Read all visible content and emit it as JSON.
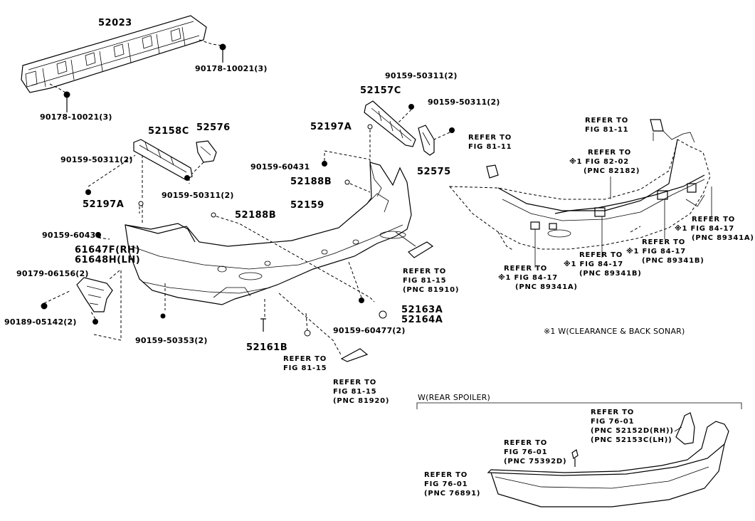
{
  "diagram": {
    "part_labels": {
      "p52023": "52023",
      "p90178_top": "90178-10021(3)",
      "p90178_bot": "90178-10021(3)",
      "p52158C": "52158C",
      "p52576": "52576",
      "p90159_50311_a": "90159-50311(2)",
      "p90159_50311_b": "90159-50311(2)",
      "p52197A_left": "52197A",
      "p90159_60431_left": "90159-60431",
      "p61647F": "61647F(RH)",
      "p61648H": "61648H(LH)",
      "p90179": "90179-06156(2)",
      "p90189": "90189-05142(2)",
      "p90159_50353": "90159-50353(2)",
      "p52161B": "52161B",
      "p52188B_mid": "52188B",
      "p52159": "52159",
      "p90159_60431_mid": "90159-60431",
      "p52188B_top": "52188B",
      "p52197A_top": "52197A",
      "p52157C": "52157C",
      "p90159_50311_c": "90159-50311(2)",
      "p90159_50311_d": "90159-50311(2)",
      "p52575": "52575",
      "p90159_60477": "90159-60477(2)",
      "p52163A": "52163A",
      "p52164A": "52164A"
    },
    "refs": {
      "r81_15_a": [
        "REFER TO",
        "FIG 81-15",
        "(PNC 81910)"
      ],
      "r81_15_b": [
        "REFER TO",
        "FIG 81-15"
      ],
      "r81_15_c": [
        "REFER TO",
        "FIG 81-15",
        "(PNC 81920)"
      ],
      "r81_11_a": [
        "REFER TO",
        "FIG 81-11"
      ],
      "r81_11_b": [
        "REFER TO",
        "FIG 81-11"
      ],
      "r82_02": [
        "REFER TO",
        "※1 FIG 82-02",
        "(PNC 82182)"
      ],
      "r84_17_a": [
        "REFER TO",
        "※1 FIG 84-17",
        "(PNC 89341A)"
      ],
      "r84_17_b": [
        "REFER TO",
        "※1 FIG 84-17",
        "(PNC 89341B)"
      ],
      "r84_17_c": [
        "REFER TO",
        "※1 FIG 84-17",
        "(PNC 89341B)"
      ],
      "r84_17_d": [
        "REFER TO",
        "※1 FIG 84-17",
        "(PNC 89341A)"
      ],
      "r76_01_a": [
        "REFER TO",
        "FIG 76-01",
        "(PNC 52152D(RH))",
        "(PNC 52153C(LH))"
      ],
      "r76_01_b": [
        "REFER TO",
        "FIG 76-01",
        "(PNC 75392D)"
      ],
      "r76_01_c": [
        "REFER TO",
        "FIG 76-01",
        "(PNC 76891)"
      ]
    },
    "notes": {
      "sonar": "※1 W(CLEARANCE & BACK SONAR)",
      "spoiler": "W(REAR SPOILER)"
    }
  }
}
